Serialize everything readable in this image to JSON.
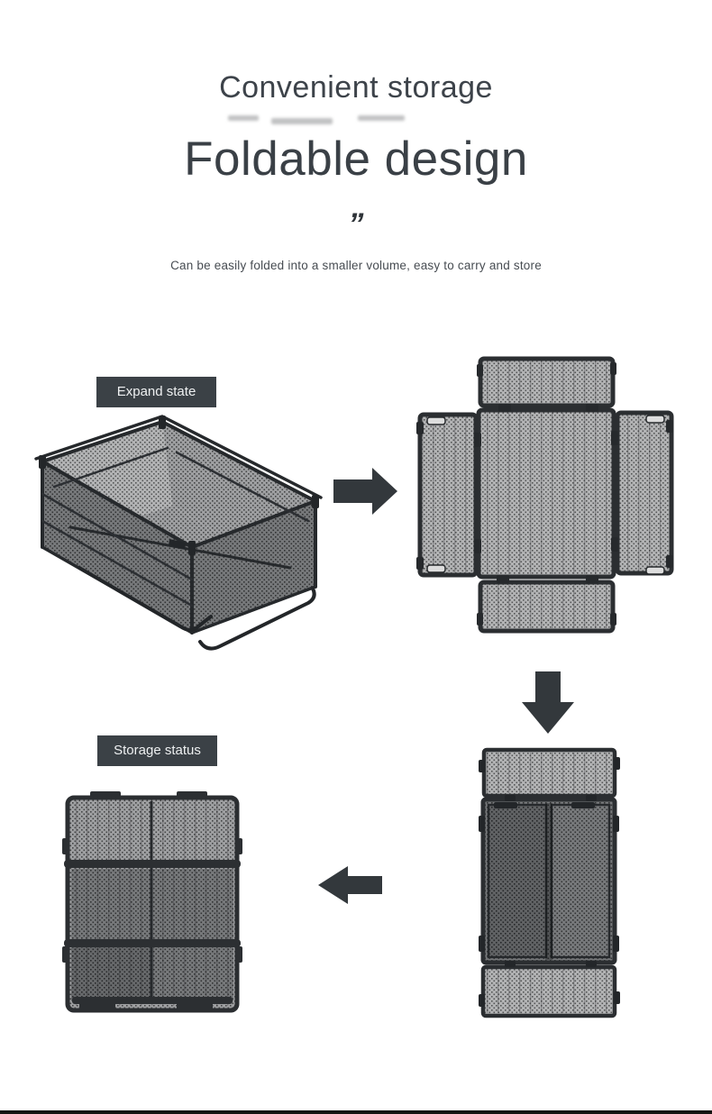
{
  "header": {
    "title": "Convenient storage",
    "heading": "Foldable design",
    "quote_mark": "”",
    "subtitle": "Can be easily folded into a smaller volume, easy to carry and store"
  },
  "diagram": {
    "expand_label": "Expand state",
    "storage_label": "Storage status",
    "figures": [
      {
        "name": "expanded-basket",
        "caption": "Expand state"
      },
      {
        "name": "unfolded-flat-panels",
        "caption": ""
      },
      {
        "name": "half-folded-panels",
        "caption": ""
      },
      {
        "name": "folded-flat-pack",
        "caption": "Storage status"
      }
    ],
    "arrow_icons": [
      "arrow-right-icon",
      "arrow-down-icon",
      "arrow-left-icon"
    ]
  },
  "colors": {
    "page_bg": "#ffffff",
    "heading_text": "#3a4046",
    "subtitle_text": "#474c52",
    "label_bg": "#3b4146",
    "label_text": "#eef0f1",
    "arrow": "#33383c",
    "frame_dark": "#2b2e31",
    "mesh_light": "#a9aaab",
    "mesh_dark": "#6f7173",
    "bottom_strip": "#161511"
  }
}
